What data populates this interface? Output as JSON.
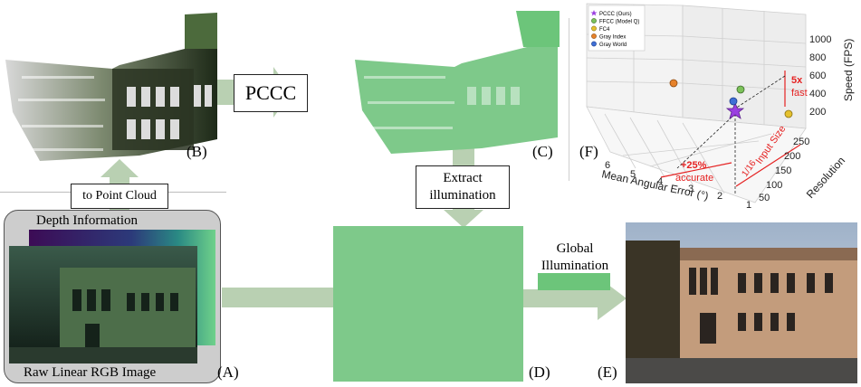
{
  "panels": {
    "a": "(A)",
    "b": "(B)",
    "c": "(C)",
    "d": "(D)",
    "e": "(E)",
    "f": "(F)"
  },
  "captions": {
    "depth_information": "Depth Information",
    "raw_image": "Raw Linear RGB Image",
    "to_point_cloud": "to Point Cloud",
    "pccc": "PCCC",
    "extract_line1": "Extract",
    "extract_line2": "illumination",
    "global_line1": "Global",
    "global_line2": "Illumination"
  },
  "colors": {
    "flow_arrow": "#b9d0b2",
    "illumination": "#6cc57a",
    "green_map": "#7ec98a",
    "highlight_red": "#e52222"
  },
  "chart_data": {
    "type": "scatter",
    "dimensions": "3d",
    "xlabel": "Mean Angular Error (°)",
    "ylabel": "Resolution",
    "zlabel": "Speed (FPS)",
    "x_ticks": [
      "1",
      "2",
      "3",
      "4",
      "5",
      "6"
    ],
    "y_ticks": [
      "50",
      "100",
      "150",
      "200",
      "250"
    ],
    "z_ticks": [
      "200",
      "400",
      "600",
      "800",
      "1000"
    ],
    "grid": true,
    "legend_position": "top-left",
    "series": [
      {
        "name": "PCCC (Ours)",
        "color": "#9b3fe0",
        "marker": "star"
      },
      {
        "name": "FFCC (Model Q)",
        "color": "#7cc25a",
        "marker": "circle"
      },
      {
        "name": "FC4",
        "color": "#e5c12e",
        "marker": "circle"
      },
      {
        "name": "Gray Index",
        "color": "#e6822a",
        "marker": "circle"
      },
      {
        "name": "Gray World",
        "color": "#3f6fd6",
        "marker": "circle"
      }
    ],
    "annotations": {
      "speed_factor": "5x",
      "speed_word": "fast",
      "accuracy_pct": "+25%",
      "accuracy_word": "accurate",
      "input_prefix": "1/16",
      "input_word": "Input Size"
    }
  }
}
